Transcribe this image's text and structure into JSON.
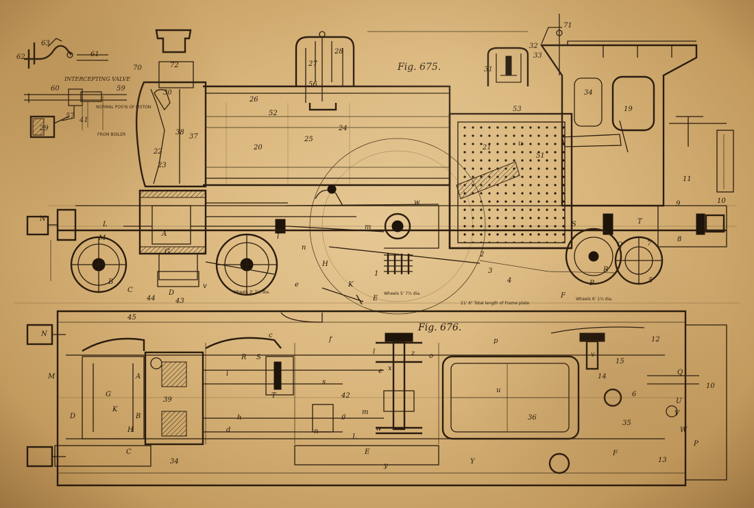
{
  "figures": {
    "fig_top": "Fig. 675.",
    "fig_bottom": "Fig. 676."
  },
  "inset": {
    "title": "INTERCEPTING VALVE",
    "normal_pos": "NORMAL POS'N OF PISTON",
    "from_boiler": "FROM BOILER"
  },
  "dimensions": {
    "wheels_left": "Wheels 3' 7¼ dia.",
    "wheels_mid": "Wheels 5' 7½ dia.",
    "frame_length": "21' 6\" Total length of Frame plate",
    "wheels_right": "Wheels 6' 1¼ dia."
  },
  "callouts_top": [
    "72",
    "70",
    "71",
    "27",
    "28",
    "56",
    "32",
    "31",
    "33",
    "34",
    "19",
    "26",
    "52",
    "53",
    "20",
    "25",
    "24",
    "21",
    "51",
    "22",
    "23",
    "30",
    "37",
    "38",
    "11",
    "10",
    "9",
    "44",
    "43",
    "45",
    "N",
    "L",
    "A",
    "B",
    "C",
    "D",
    "E",
    "F",
    "G",
    "H",
    "K",
    "M",
    "m",
    "w",
    "v",
    "n",
    "u",
    "e",
    "l",
    "S",
    "T",
    "R",
    "P",
    "Q",
    "8",
    "7",
    "5",
    "4",
    "3",
    "2",
    "1"
  ],
  "callouts_bottom": [
    "36",
    "42",
    "35",
    "34",
    "39",
    "6",
    "12",
    "13",
    "15",
    "14",
    "10",
    "C",
    "E",
    "N",
    "M",
    "A",
    "B",
    "D",
    "F",
    "G",
    "H",
    "K",
    "L",
    "Q",
    "R",
    "S",
    "T",
    "U",
    "V",
    "W",
    "Y",
    "P",
    "c",
    "d",
    "e",
    "f",
    "g",
    "h",
    "i",
    "l",
    "m",
    "n",
    "o",
    "p",
    "s",
    "u",
    "v",
    "w",
    "x",
    "y",
    "z"
  ],
  "inset_callouts": [
    "62",
    "63",
    "61",
    "60",
    "59",
    "29",
    "57",
    "41"
  ],
  "colors": {
    "paper": "#d8b47a",
    "ink": "#2a1c0e"
  }
}
